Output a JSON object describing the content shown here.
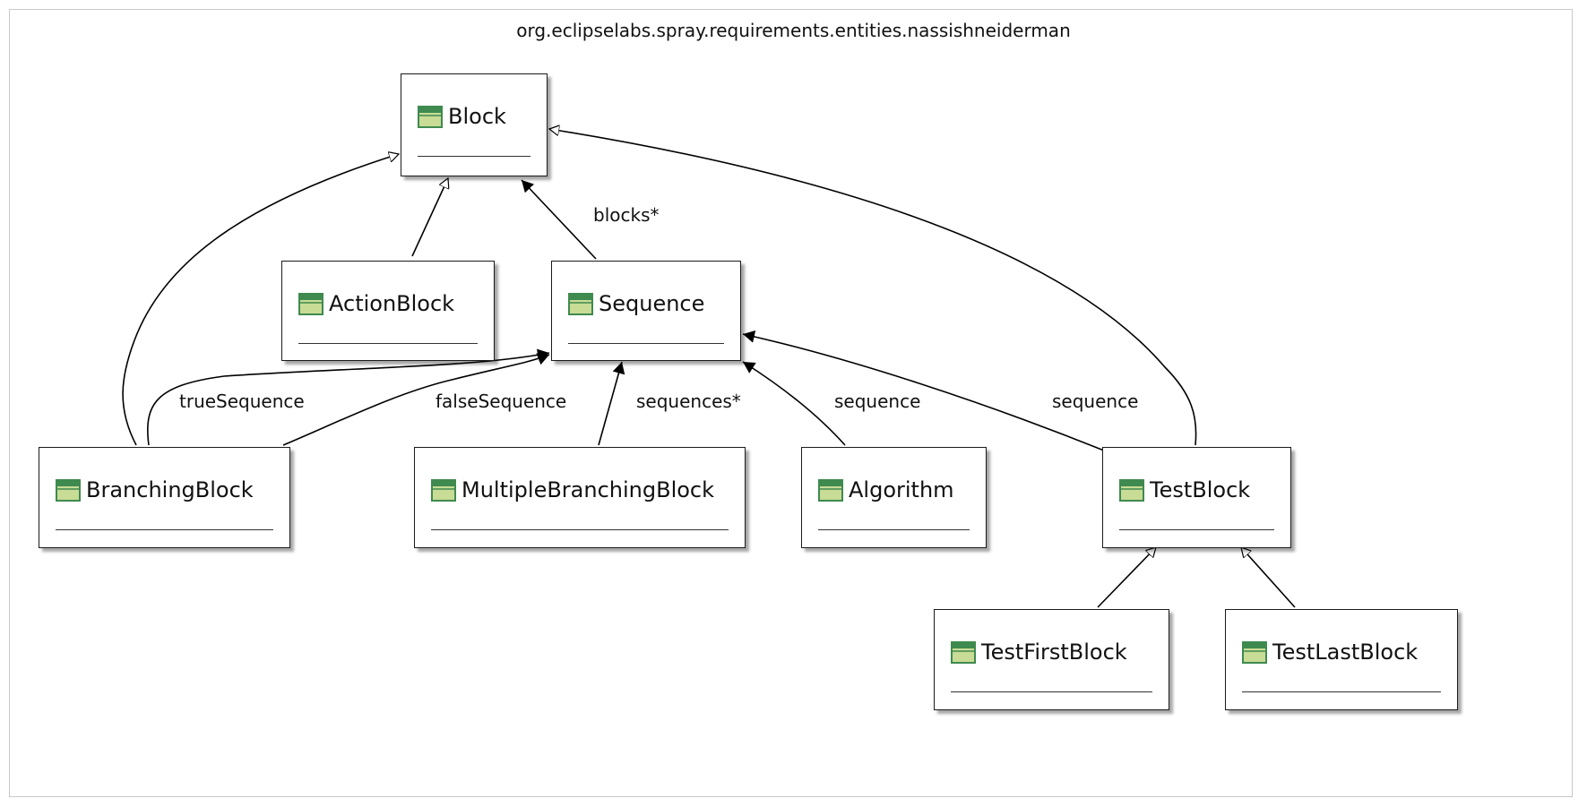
{
  "diagram": {
    "package_title": "org.eclipselabs.spray.requirements.entities.nassishneiderman",
    "classes": {
      "block": "Block",
      "action_block": "ActionBlock",
      "sequence": "Sequence",
      "branching_block": "BranchingBlock",
      "multiple_branching_block": "MultipleBranchingBlock",
      "algorithm": "Algorithm",
      "test_block": "TestBlock",
      "test_first_block": "TestFirstBlock",
      "test_last_block": "TestLastBlock"
    },
    "association_labels": {
      "blocks": "blocks*",
      "true_sequence": "trueSequence",
      "false_sequence": "falseSequence",
      "sequences": "sequences*",
      "algorithm_sequence": "sequence",
      "testblock_sequence": "sequence"
    },
    "colors": {
      "class_icon_fill": "#c8dc96",
      "class_icon_border": "#3f8a4f",
      "edge": "#000000"
    }
  }
}
